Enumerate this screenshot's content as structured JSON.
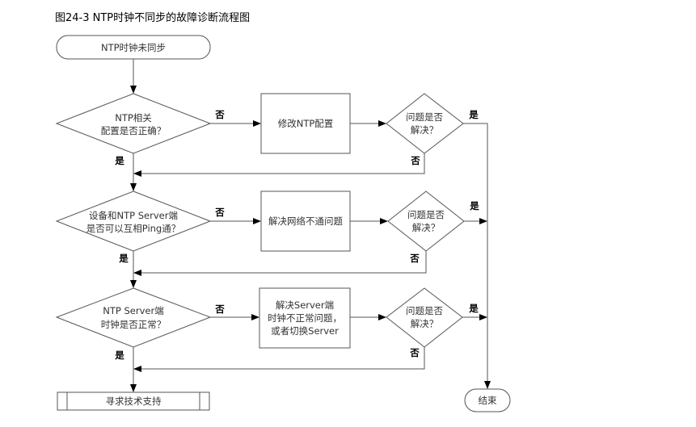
{
  "title": "图24-3 NTP时钟不同步的故障诊断流程图",
  "nodes": {
    "start": "NTP时钟未同步",
    "d1": [
      "NTP相关",
      "配置是否正确？"
    ],
    "p1": [
      "修改NTP配置"
    ],
    "r1": [
      "问题是否",
      "解决？"
    ],
    "d2": [
      "设备和NTP Server端",
      "是否可以互相Ping通？"
    ],
    "p2": [
      "解决网络不通问题"
    ],
    "r2": [
      "问题是否",
      "解决？"
    ],
    "d3": [
      "NTP Server端",
      "时钟是否正常？"
    ],
    "p3": [
      "解决Server端",
      "时钟不正常问题，",
      "或者切换Server"
    ],
    "r3": [
      "问题是否",
      "解决？"
    ],
    "support": "寻求技术支持",
    "end": "结束"
  },
  "labels": {
    "yes": "是",
    "no": "否"
  }
}
